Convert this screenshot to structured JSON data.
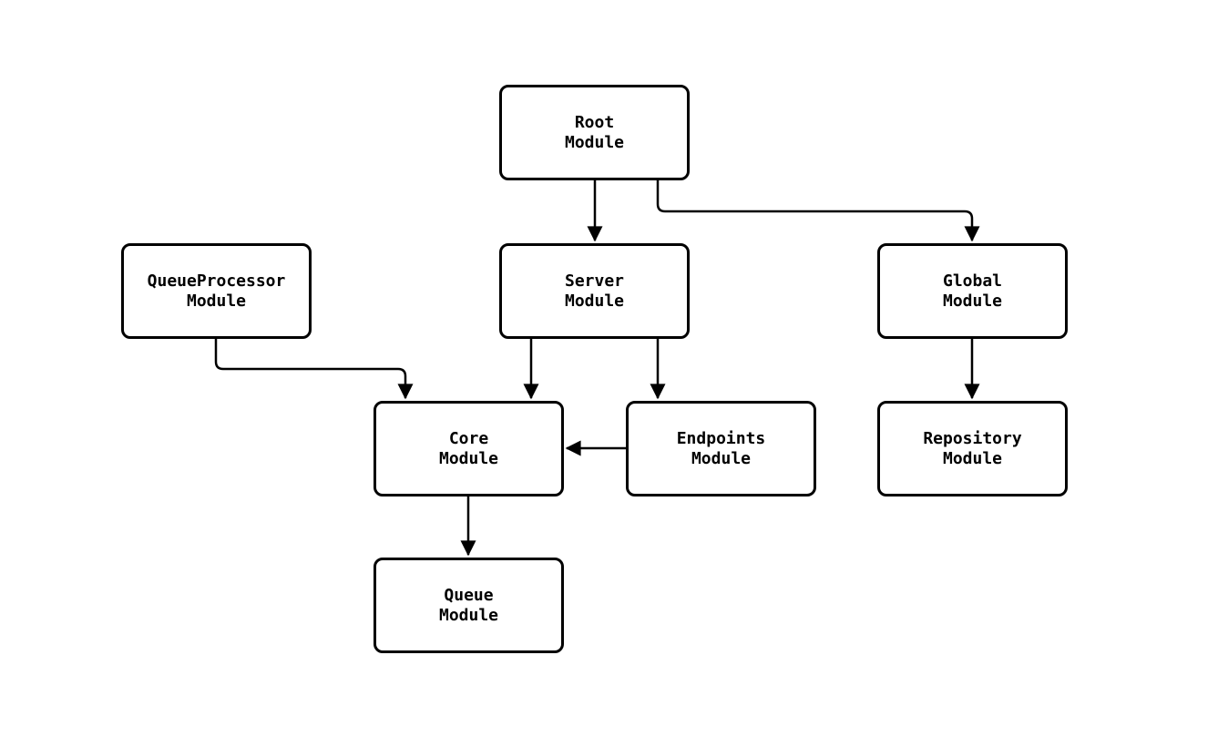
{
  "diagram": {
    "type": "module-dependency-flowchart",
    "background_color": "#ffffff",
    "line_color": "#000000",
    "node_fill_color": "#ffffff",
    "node_border_color": "#000000",
    "text_color": "#000000",
    "nodes": [
      {
        "id": "root",
        "label": "Root\nModule"
      },
      {
        "id": "queueprocessor",
        "label": "QueueProcessor\nModule"
      },
      {
        "id": "server",
        "label": "Server\nModule"
      },
      {
        "id": "global",
        "label": "Global\nModule"
      },
      {
        "id": "core",
        "label": "Core\nModule"
      },
      {
        "id": "endpoints",
        "label": "Endpoints\nModule"
      },
      {
        "id": "repository",
        "label": "Repository\nModule"
      },
      {
        "id": "queue",
        "label": "Queue\nModule"
      }
    ],
    "edges": [
      {
        "from": "root",
        "to": "server"
      },
      {
        "from": "root",
        "to": "global"
      },
      {
        "from": "queueprocessor",
        "to": "core"
      },
      {
        "from": "server",
        "to": "core"
      },
      {
        "from": "server",
        "to": "endpoints"
      },
      {
        "from": "endpoints",
        "to": "core"
      },
      {
        "from": "global",
        "to": "repository"
      },
      {
        "from": "core",
        "to": "queue"
      }
    ]
  }
}
